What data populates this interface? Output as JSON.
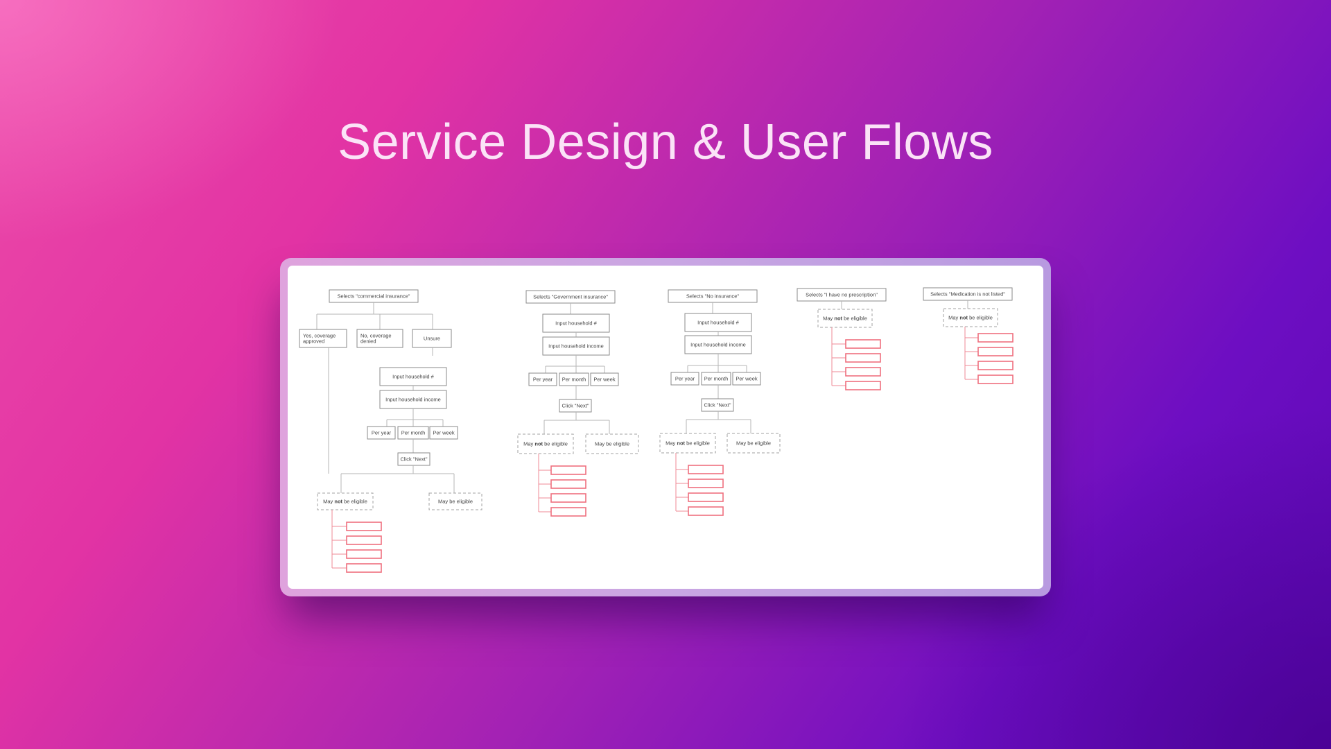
{
  "page": {
    "title": "Service Design & User Flows"
  },
  "flows": [
    {
      "id": "commercial",
      "start": "Selects \"commercial insurance\"",
      "coverage_options": [
        "Yes, coverage approved",
        "No, coverage denied",
        "Unsure"
      ],
      "inputs": [
        "Input household #",
        "Input household income"
      ],
      "frequency": [
        "Per year",
        "Per month",
        "Per week"
      ],
      "action": "Click \"Next\"",
      "outcomes": {
        "not_eligible": [
          "May ",
          "not",
          " be eligible"
        ],
        "eligible": "May be eligible"
      },
      "results_count": 4
    },
    {
      "id": "government",
      "start": "Selects \"Government insurance\"",
      "inputs": [
        "Input household #",
        "Input household income"
      ],
      "frequency": [
        "Per year",
        "Per month",
        "Per week"
      ],
      "action": "Click \"Next\"",
      "outcomes": {
        "not_eligible": [
          "May ",
          "not",
          " be eligible"
        ],
        "eligible": "May be eligible"
      },
      "results_count": 4
    },
    {
      "id": "no-insurance",
      "start": "Selects \"No insurance\"",
      "inputs": [
        "Input household #",
        "Input household income"
      ],
      "frequency": [
        "Per year",
        "Per month",
        "Per week"
      ],
      "action": "Click \"Next\"",
      "outcomes": {
        "not_eligible": [
          "May ",
          "not",
          " be eligible"
        ],
        "eligible": "May be eligible"
      },
      "results_count": 4
    },
    {
      "id": "no-prescription",
      "start": "Selects \"I have no prescription\"",
      "outcomes": {
        "not_eligible": [
          "May ",
          "not",
          " be eligible"
        ]
      },
      "results_count": 4
    },
    {
      "id": "not-listed",
      "start": "Selects \"Medication is not listed\"",
      "outcomes": {
        "not_eligible": [
          "May ",
          "not",
          " be eligible"
        ]
      },
      "results_count": 4
    }
  ],
  "colors": {
    "box_stroke": "#8a8a8a",
    "dashed_stroke": "#a0a0a0",
    "result_stroke": "#ef6f7e",
    "connector": "#b5b5b5",
    "title_text": "#fbe3f7"
  }
}
